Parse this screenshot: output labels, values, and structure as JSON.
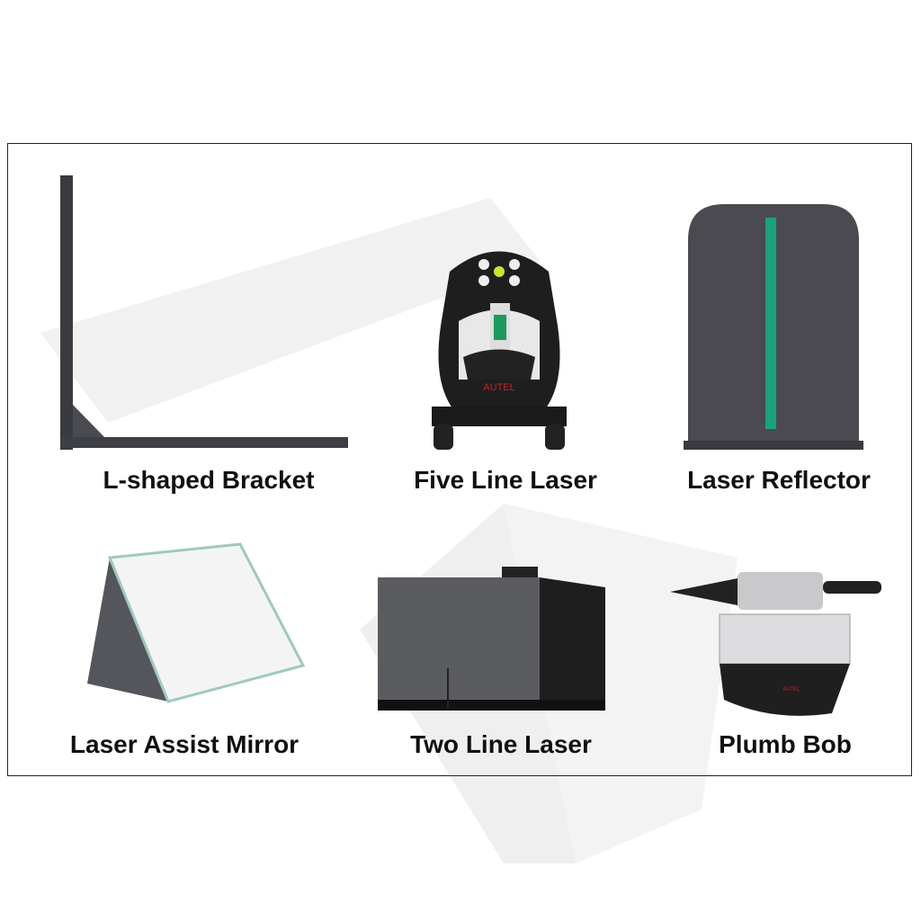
{
  "products": [
    {
      "name": "L-shaped Bracket"
    },
    {
      "name": "Five Line Laser",
      "brand": "AUTEL"
    },
    {
      "name": "Laser Reflector"
    },
    {
      "name": "Laser Assist Mirror"
    },
    {
      "name": "Two Line Laser"
    },
    {
      "name": "Plumb Bob"
    }
  ],
  "colors": {
    "reflector_stripe": "#1aa37a",
    "laser_window": "#1c9a5c",
    "brand_red": "#c8202a"
  }
}
